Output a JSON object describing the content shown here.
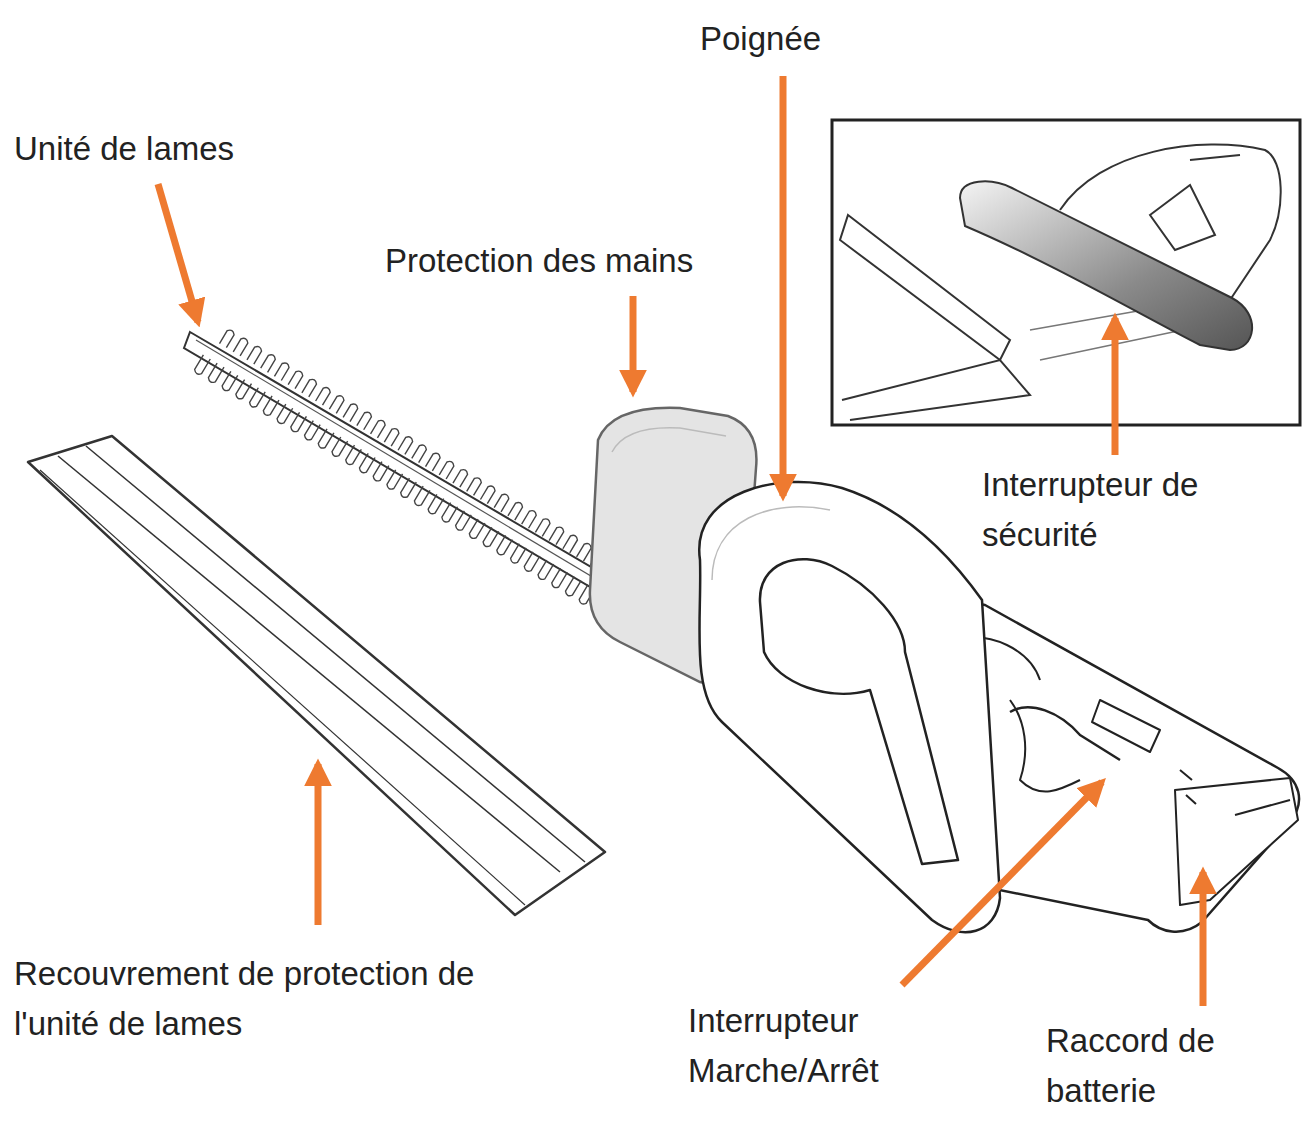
{
  "diagram": {
    "labels": [
      "Poignée",
      "Unité de lames",
      "Protection des mains",
      "Interrupteur de sécurité",
      "Recouvrement de protection de l'unité de lames",
      "Interrupteur Marche/Arrêt",
      "Raccord de batterie"
    ]
  }
}
